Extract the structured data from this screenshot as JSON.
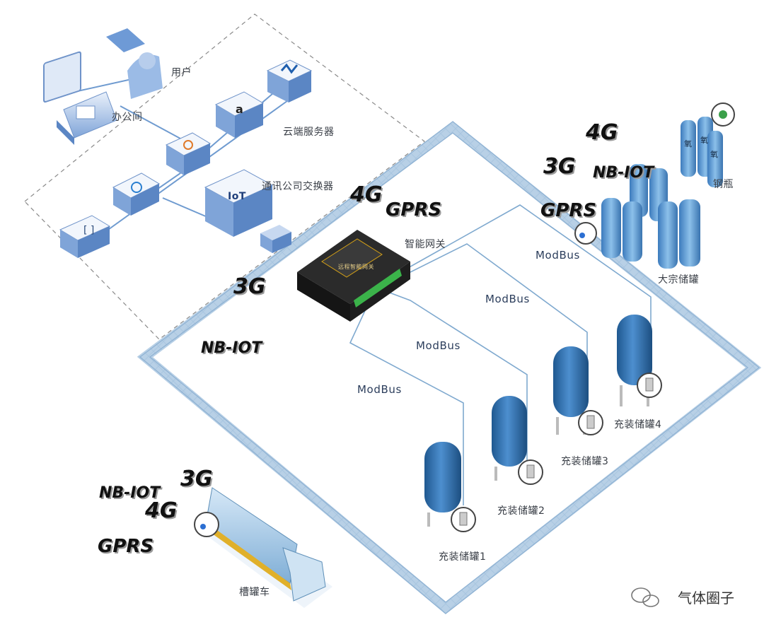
{
  "labels": {
    "user": "用户",
    "office": "办公间",
    "cloud_server": "云端服务器",
    "telecom_switch": "通讯公司交换器",
    "smart_gateway": "智能网关",
    "cylinders": "钢瓶",
    "bulk_tanks": "大宗储罐",
    "tank_1": "充装储罐1",
    "tank_2": "充装储罐2",
    "tank_3": "充装储罐3",
    "tank_4": "充装储罐4",
    "tanker_truck": "槽罐车"
  },
  "protocol_labels": {
    "modbus_1": "ModBus",
    "modbus_2": "ModBus",
    "modbus_3": "ModBus",
    "modbus_4": "ModBus"
  },
  "network_badges": {
    "g3_top": "3G",
    "g4_top": "4G",
    "gprs_top": "GPRS",
    "nbiot_top": "NB-IOT",
    "g4_gateway": "4G",
    "gprs_gateway": "GPRS",
    "g3_left": "3G",
    "nbiot_left": "NB-IOT",
    "nbiot_truck": "NB-IOT",
    "g3_truck": "3G",
    "g4_truck": "4G",
    "gprs_truck": "GPRS"
  },
  "cylinder_text": {
    "a": "氧",
    "b": "氧",
    "c": "氧"
  },
  "gateway_text": "远程智能网关",
  "server_icons": {
    "amazon": "a",
    "iot_data": "IoT"
  },
  "watermark": "气体圈子",
  "colors": {
    "tank_blue": "#2f6fa8",
    "line_blue": "#7fa9cf",
    "frame_blue": "#9cbcd8",
    "server_blue": "#5b86c4"
  }
}
